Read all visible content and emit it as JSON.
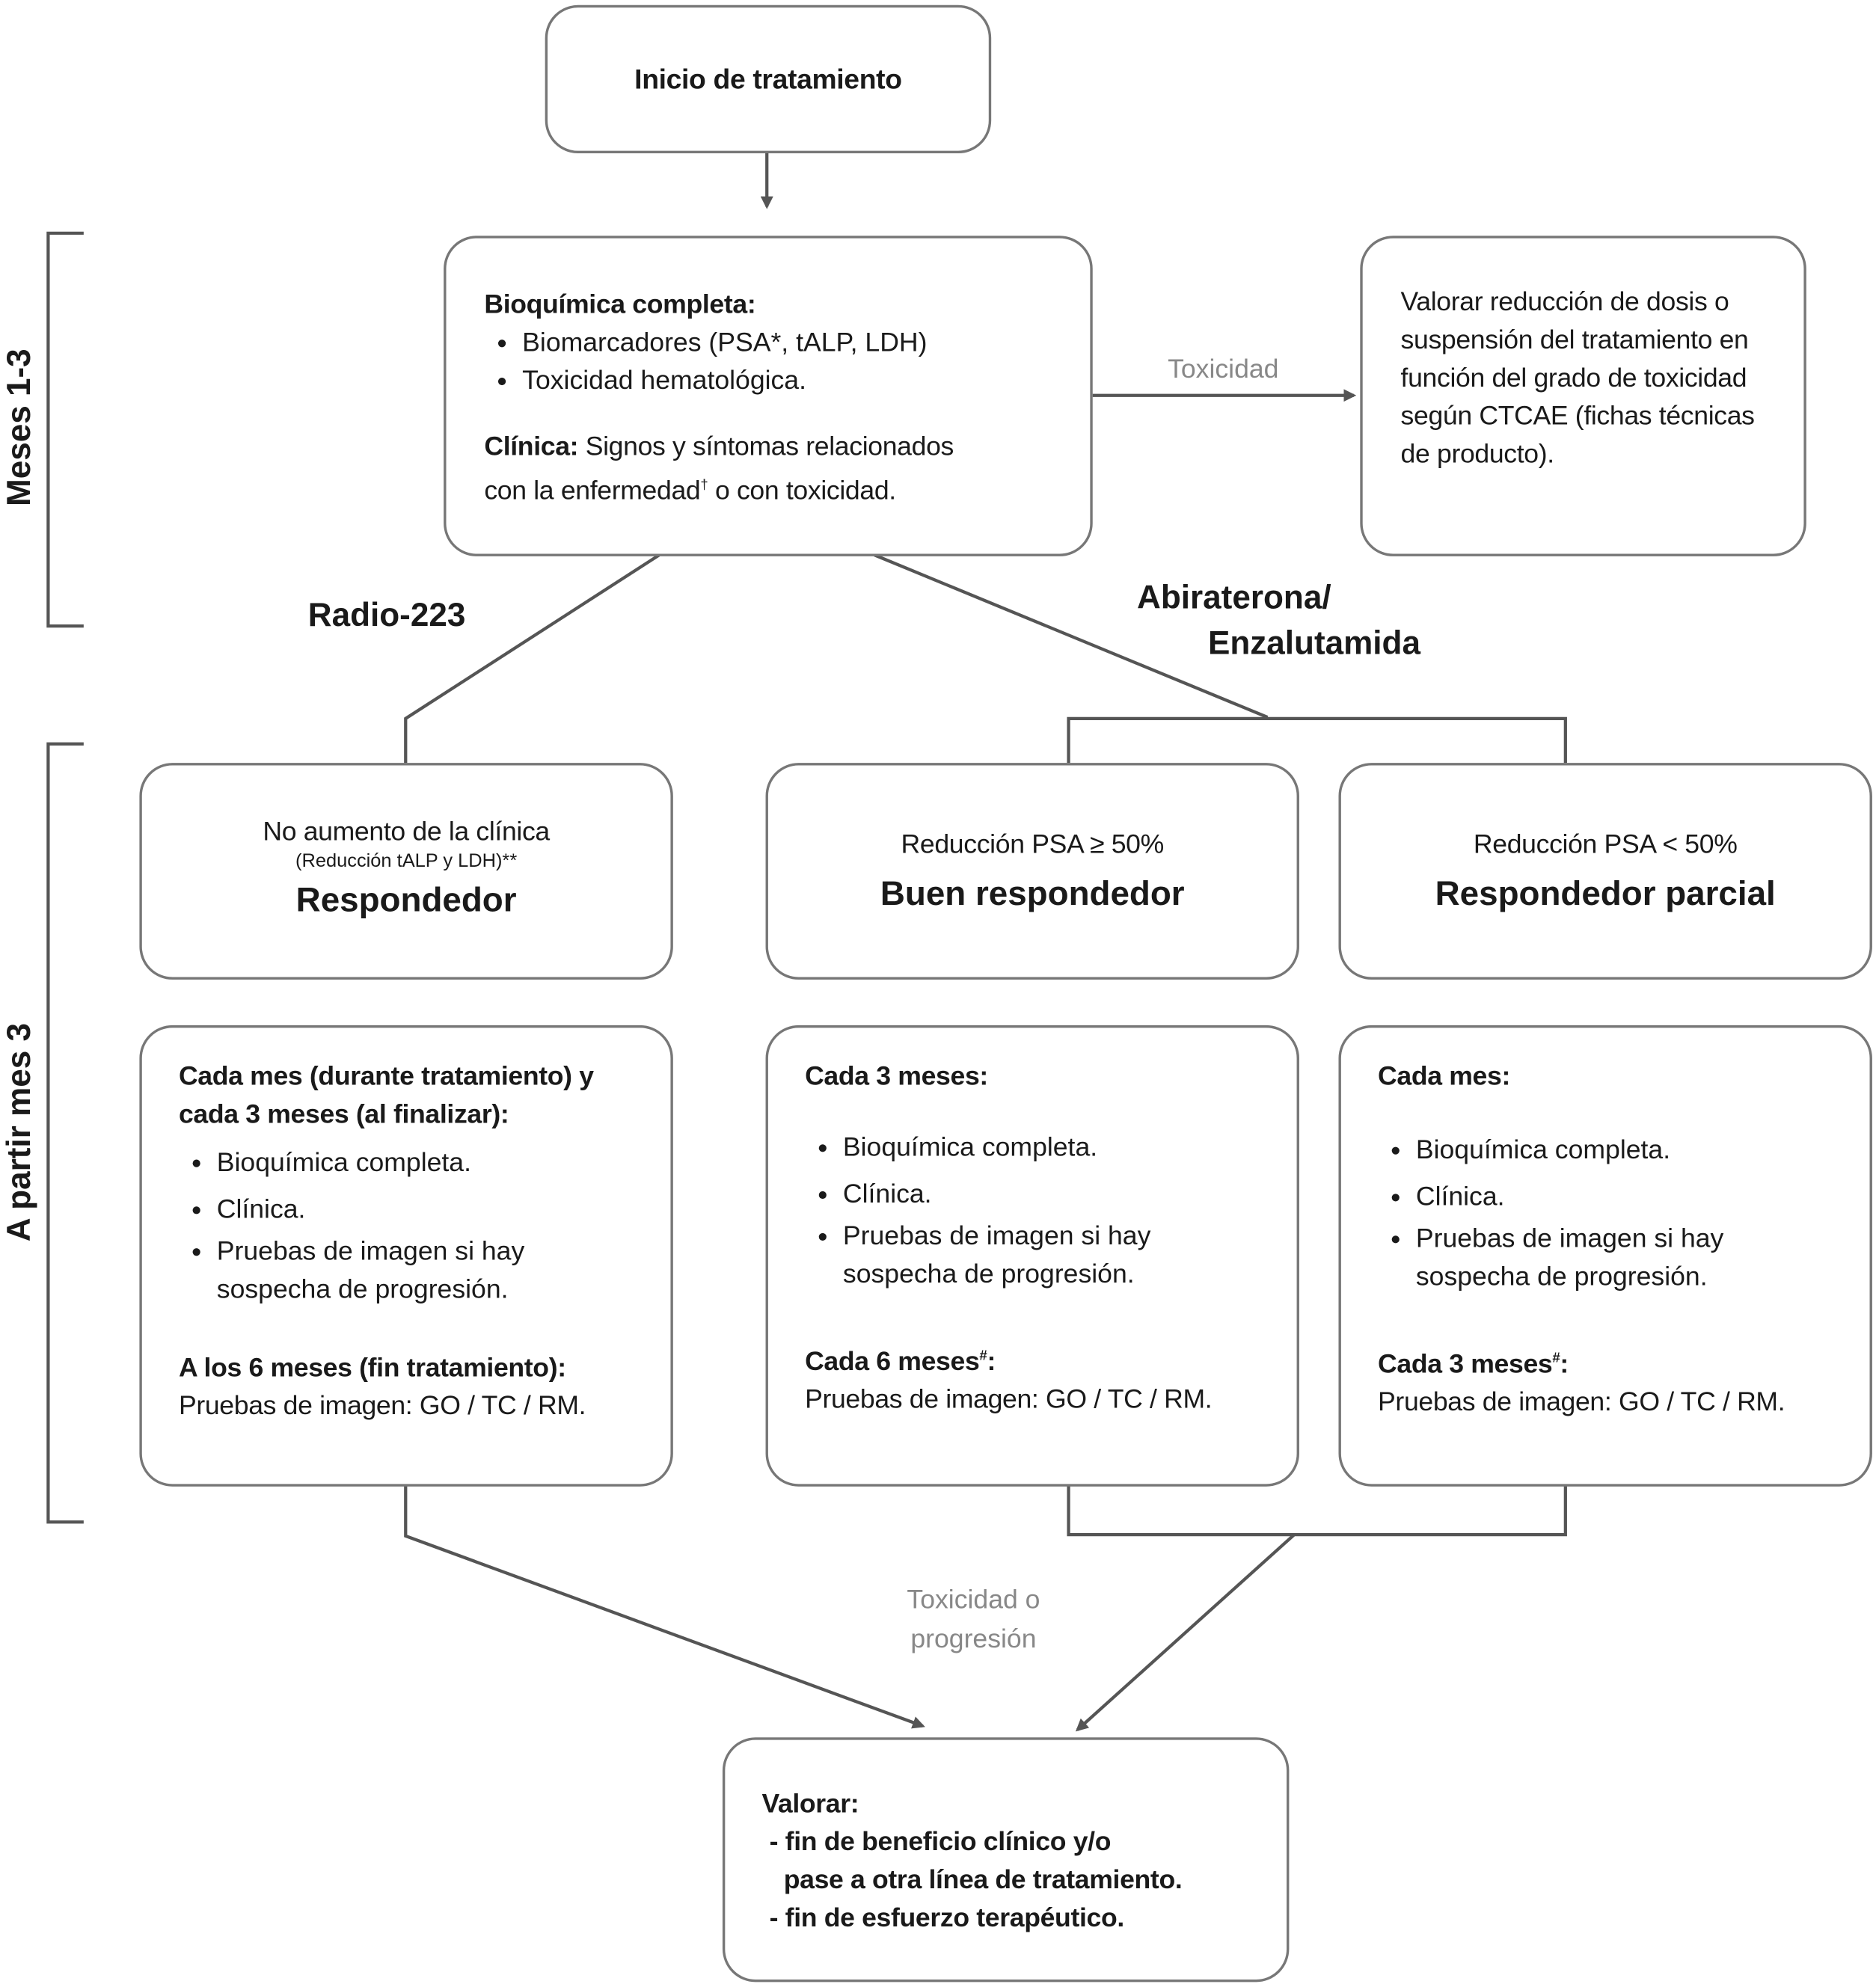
{
  "start": {
    "title": "Inicio de tratamiento"
  },
  "phases": {
    "first": "Meses 1-3",
    "second": "A partir mes 3"
  },
  "bio_box": {
    "heading": "Bioquímica completa:",
    "bullets": [
      "Biomarcadores (PSA*, tALP, LDH)",
      "Toxicidad hematológica."
    ],
    "clinica_label": "Clínica:",
    "clinica_text": " Signos y síntomas relacionados",
    "clinica_line2a": "con la enfermedad",
    "clinica_sup": "†",
    "clinica_line2b": " o con toxicidad."
  },
  "toxicity_edge": {
    "label": "Toxicidad"
  },
  "toxicity_box": {
    "text": "Valorar reducción de dosis o suspensión del tratamiento en función del grado de toxicidad según CTCAE (fichas técnicas de producto)."
  },
  "branches": {
    "left": "Radio-223",
    "right_line1": "Abiraterona/",
    "right_line2": "Enzalutamida"
  },
  "responders": [
    {
      "line1": "No aumento de la clínica",
      "small": "(Reducción tALP y LDH)**",
      "title": "Respondedor"
    },
    {
      "line1": "Reducción PSA ≥ 50%",
      "title": "Buen respondedor"
    },
    {
      "line1": "Reducción PSA < 50%",
      "title": "Respondedor parcial"
    }
  ],
  "followups": [
    {
      "heading": "Cada mes (durante tratamiento) y cada 3 meses (al finalizar):",
      "bullets": [
        "Bioquímica completa.",
        "Clínica.",
        "Pruebas de imagen si hay sospecha de progresión."
      ],
      "imaging_heading": "A los 6 meses (fin tratamiento):",
      "imaging_sup": "",
      "imaging_text": "Pruebas de imagen: GO / TC / RM."
    },
    {
      "heading": "Cada 3 meses:",
      "bullets": [
        "Bioquímica completa.",
        "Clínica.",
        "Pruebas de imagen si hay sospecha de progresión."
      ],
      "imaging_heading": "Cada 6 meses",
      "imaging_sup": "#",
      "imaging_text": "Pruebas de imagen: GO / TC / RM."
    },
    {
      "heading": "Cada mes:",
      "bullets": [
        "Bioquímica completa.",
        "Clínica.",
        "Pruebas de imagen si hay sospecha de progresión."
      ],
      "imaging_heading": "Cada 3 meses",
      "imaging_sup": "#",
      "imaging_text": "Pruebas de imagen: GO / TC / RM."
    }
  ],
  "progression_edge": {
    "line1": "Toxicidad o",
    "line2": "progresión"
  },
  "final_box": {
    "heading": "Valorar:",
    "items": [
      "- fin de beneficio clínico y/o",
      "  pase a otra línea de tratamiento.",
      "- fin de esfuerzo terapéutico."
    ]
  },
  "colors": {
    "line": "#555555",
    "border": "#777777",
    "edge_label": "#888888"
  }
}
